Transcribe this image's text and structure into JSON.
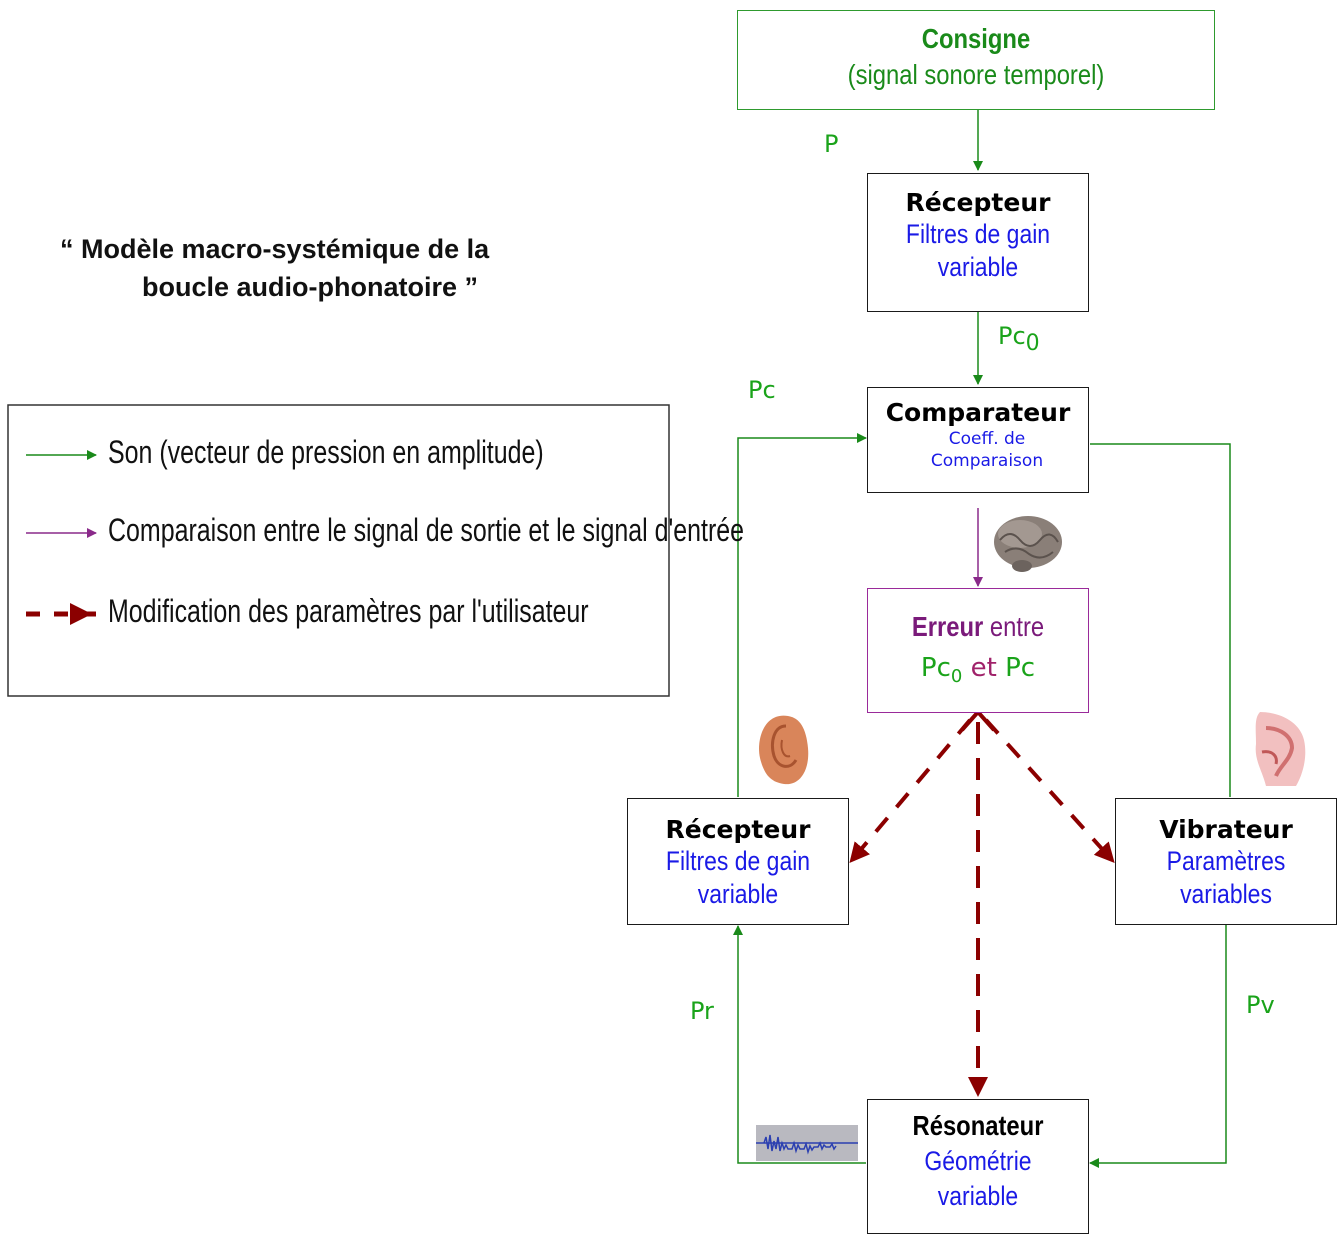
{
  "title": {
    "line1": "“ Modèle macro-systémique de la",
    "line2": "boucle audio-phonatoire ”"
  },
  "legend": {
    "items": [
      {
        "label": "Son (vecteur de pression en amplitude)",
        "color": "#1a8a1a"
      },
      {
        "label": "Comparaison entre le signal de sortie et le signal d'entrée",
        "color": "#8a2a8a"
      },
      {
        "label": "Modification des paramètres par l'utilisateur",
        "color": "#8b0000"
      }
    ]
  },
  "nodes": {
    "consigne": {
      "title": "Consigne",
      "subtitle": "(signal sonore temporel)"
    },
    "recepteur_top": {
      "title": "Récepteur",
      "line1": "Filtres de gain",
      "line2": "variable"
    },
    "comparateur": {
      "title": "Comparateur",
      "line1": "Coeff. de",
      "line2": "Comparaison"
    },
    "erreur": {
      "title_bold": "Erreur",
      "title_rest": " entre",
      "pc": "Pc",
      "sub": "0",
      "et": " et ",
      "pc2": "Pc"
    },
    "recepteur_left": {
      "title": "Récepteur",
      "line1": "Filtres de gain",
      "line2": "variable"
    },
    "vibrateur": {
      "title": "Vibrateur",
      "line1": "Paramètres",
      "line2": "variables"
    },
    "resonateur": {
      "title": "Résonateur",
      "line1": "Géométrie",
      "line2": "variable"
    }
  },
  "edge_labels": {
    "p": "P",
    "pc0": "Pc",
    "pc0_sub": "0",
    "pc": "Pc",
    "pr": "Pr",
    "pv": "Pv"
  },
  "colors": {
    "green": "#1a8a1a",
    "purple": "#8a2a8a",
    "darkred": "#8b0000",
    "blue": "#1a1ae6"
  },
  "icons": [
    "brain-icon",
    "ear-icon",
    "vocal-tract-icon",
    "waveform-icon"
  ]
}
